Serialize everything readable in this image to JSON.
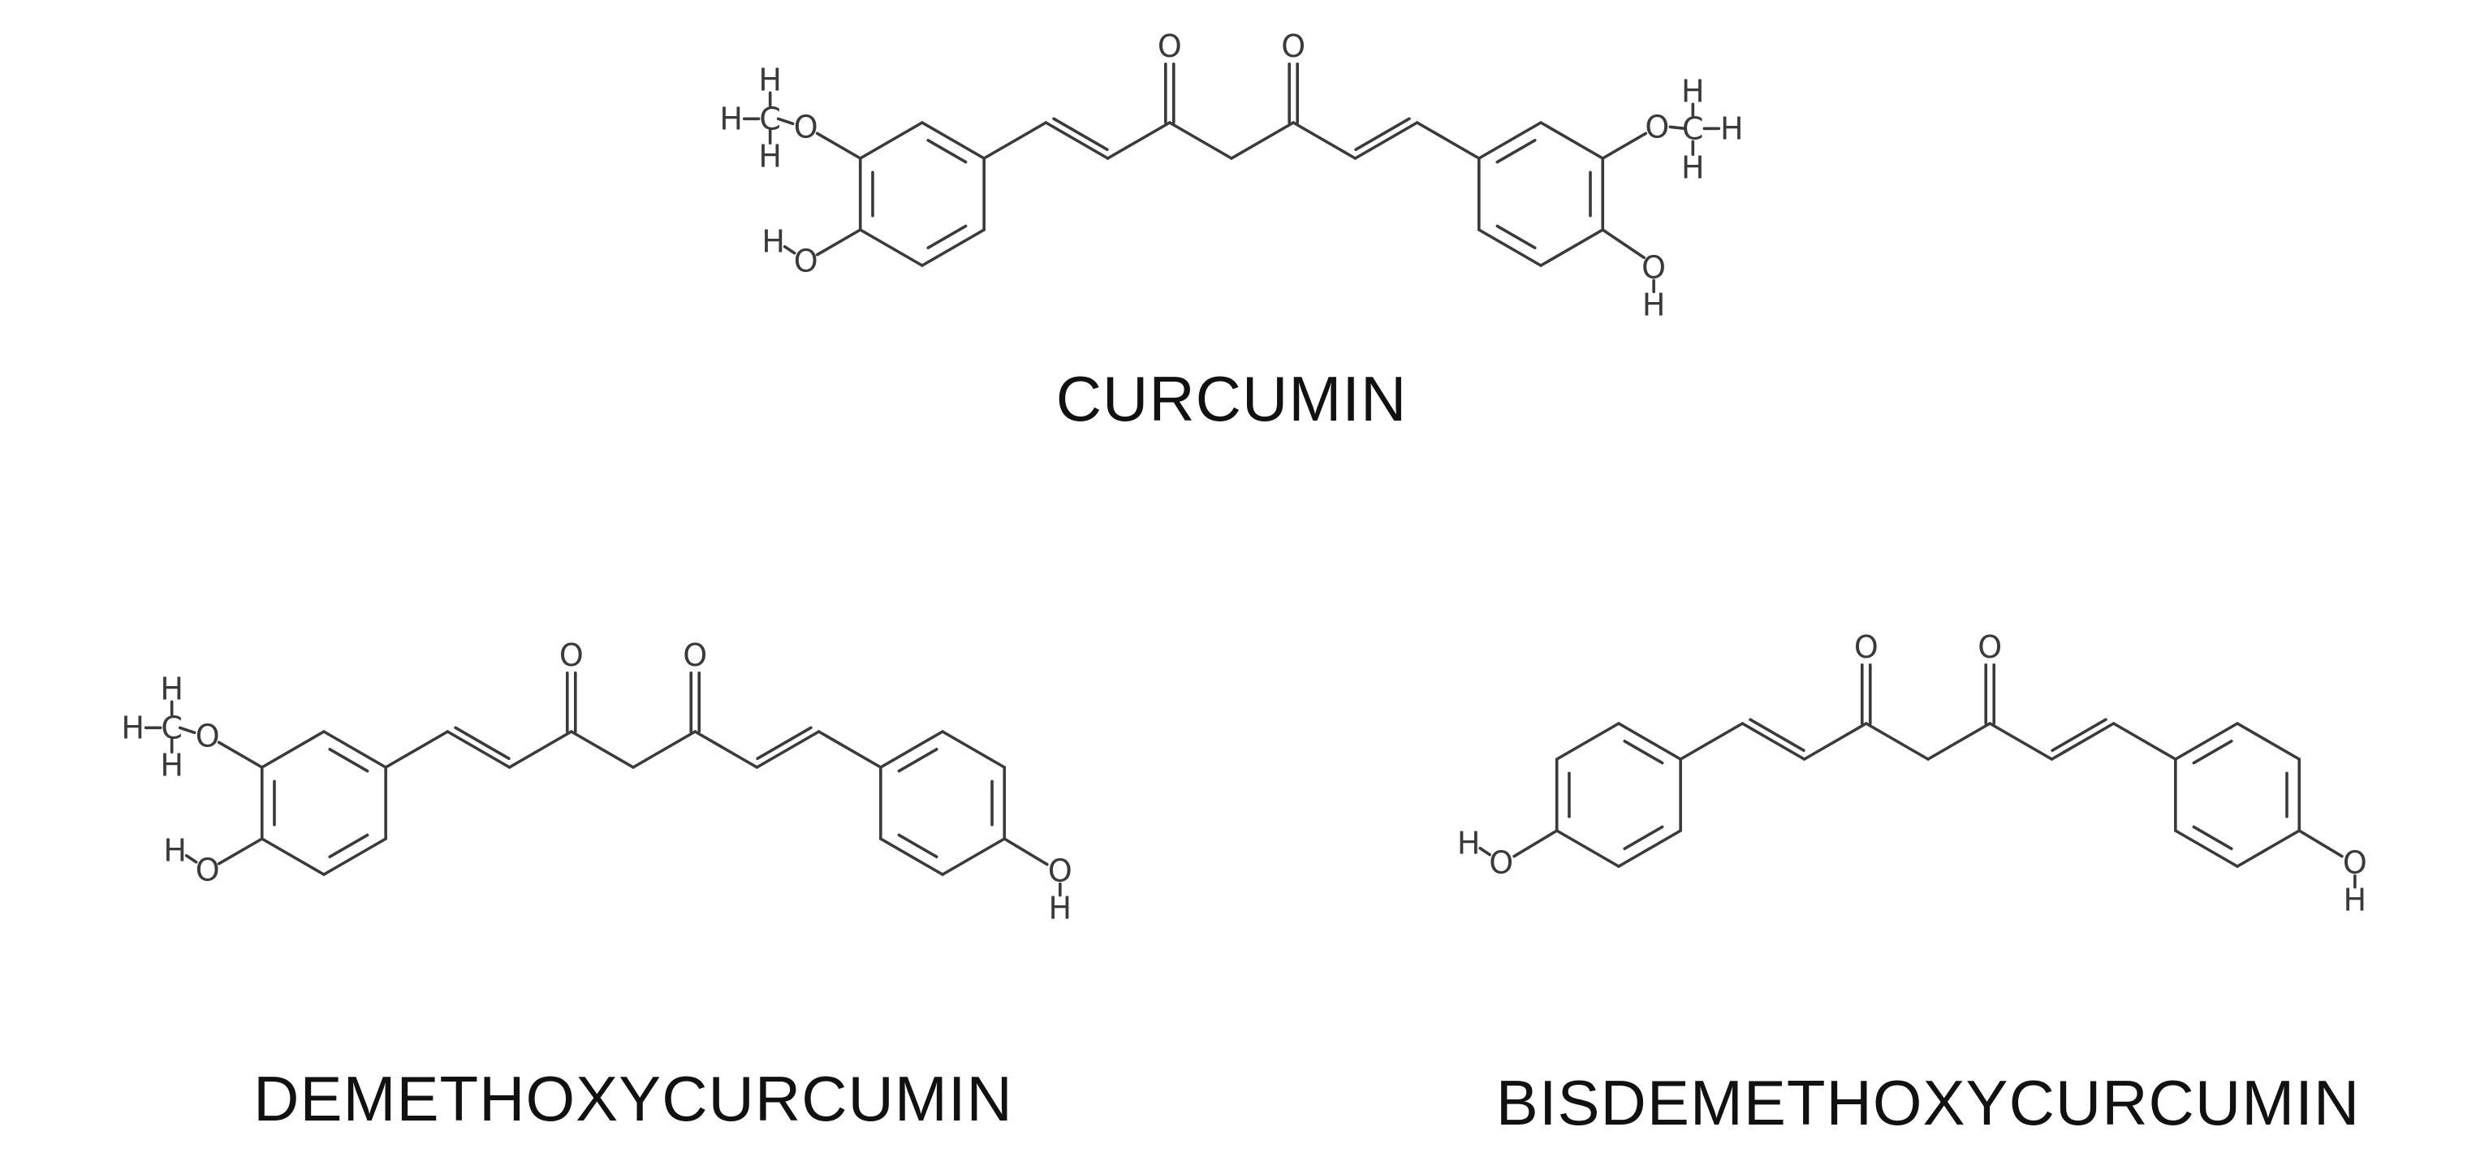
{
  "molecules": [
    {
      "name": "CURCUMIN",
      "left": {
        "methoxy": true
      },
      "right": {
        "methoxy": true
      }
    },
    {
      "name": "DEMETHOXYCURCUMIN",
      "left": {
        "methoxy": true
      },
      "right": {
        "methoxy": false
      }
    },
    {
      "name": "BISDEMETHOXYCURCUMIN",
      "left": {
        "methoxy": false
      },
      "right": {
        "methoxy": false
      }
    }
  ],
  "atoms": {
    "oxygen": "O",
    "hydrogen": "H",
    "carbon": "C"
  },
  "colors": {
    "bond": "#3a3a3a",
    "caption": "#111111",
    "background": "#ffffff"
  }
}
